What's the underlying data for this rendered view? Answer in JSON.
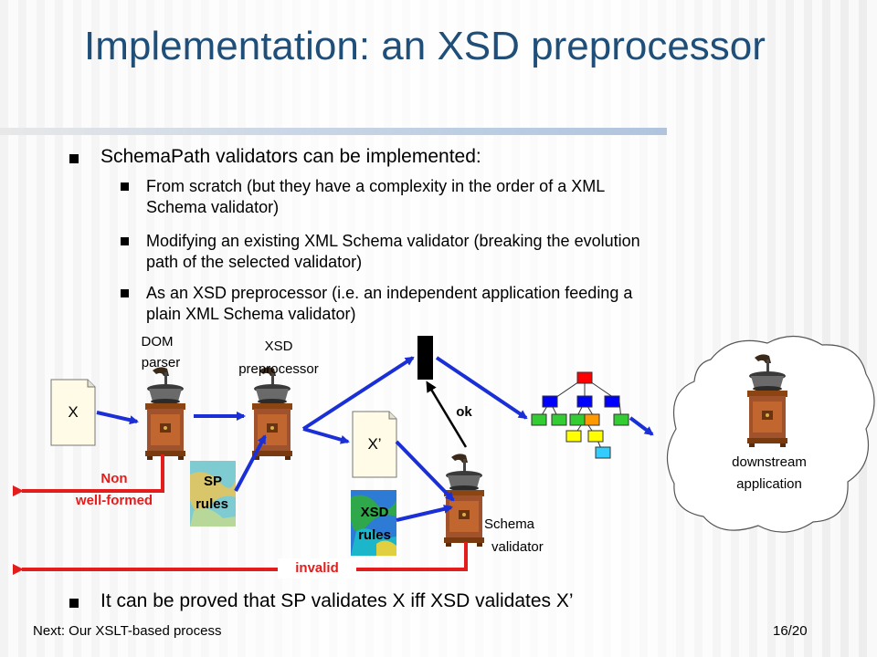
{
  "slide": {
    "title": "Implementation: an XSD preprocessor",
    "bullets": {
      "main": "SchemaPath validators can be implemented:",
      "sub1_line1": "From scratch (but they have a complexity in the order of a XML",
      "sub1_line2": "Schema validator)",
      "sub2_line1": "Modifying an existing XML Schema validator (breaking the evolution",
      "sub2_line2": "path of the selected validator)",
      "sub3_line1": "As an XSD preprocessor (i.e. an independent application feeding a",
      "sub3_line2": "plain XML Schema validator)",
      "conclusion": "It can be proved that SP validates X iff XSD validates X’"
    }
  },
  "diagram": {
    "doc_x": "X",
    "doc_x_prime": "X’",
    "dom_parser": [
      "DOM",
      "parser"
    ],
    "xsd_preprocessor": [
      "XSD",
      "preprocessor"
    ],
    "sp_rules": [
      "SP",
      "rules"
    ],
    "xsd_rules": [
      "XSD",
      "rules"
    ],
    "schema_validator": [
      "Schema",
      "validator"
    ],
    "downstream": [
      "downstream",
      "application"
    ],
    "non_wellformed": [
      "Non",
      "well-formed"
    ],
    "invalid": "invalid",
    "ok": "ok"
  },
  "footer": {
    "next": "Next: Our XSLT-based process",
    "page": "16/20"
  },
  "colors": {
    "title": "#1f4e79",
    "arrow_blue": "#1a2fd6",
    "arrow_red": "#e31c1c",
    "tree_red": "#ff0000",
    "tree_blue": "#0000ff",
    "tree_green": "#33cc33",
    "tree_orange": "#ff9900",
    "tree_yellow": "#ffff00",
    "tree_cyan": "#33ccff"
  }
}
